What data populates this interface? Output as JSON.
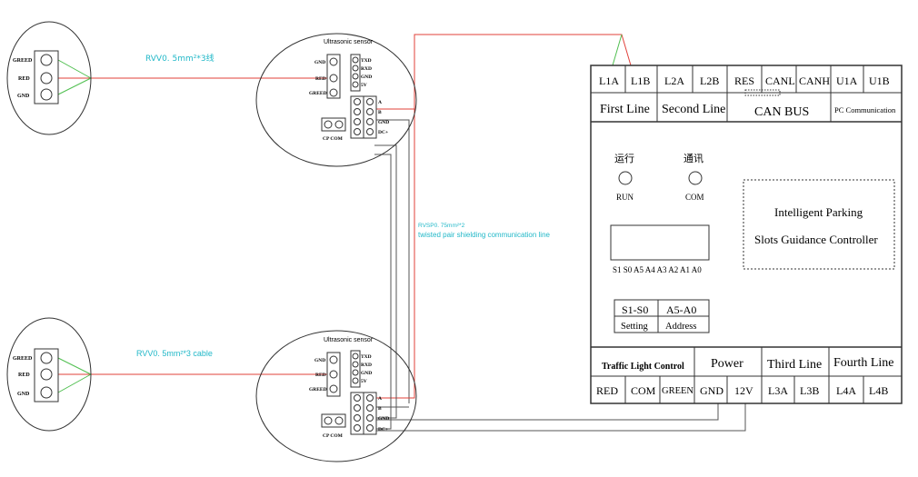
{
  "lamp_top": {
    "greed": "GREED",
    "red": "RED",
    "gnd": "GND"
  },
  "lamp_bottom": {
    "greed": "GREED",
    "red": "RED",
    "gnd": "GND"
  },
  "cable_top_label": "RVV0. 5mm²*3线",
  "cable_bottom_label": "RVV0. 5mm²*3 cable",
  "sensor_top": {
    "title": "Ultrasonic sensor",
    "left_pins": [
      "GND",
      "RED",
      "GREED"
    ],
    "right_pins": [
      "TXD",
      "RXD",
      "GND",
      "5V"
    ],
    "bus_pins": [
      "A",
      "B",
      "GND",
      "DC+"
    ],
    "cp_com": "CP COM"
  },
  "sensor_bottom": {
    "title": "Ultrasonic sensor",
    "left_pins": [
      "GND",
      "RED",
      "GREED"
    ],
    "right_pins": [
      "TXD",
      "RXD",
      "GND",
      "5V"
    ],
    "bus_pins": [
      "A",
      "B",
      "GND",
      "DC+"
    ],
    "cp_com": "CP COM"
  },
  "twisted_pair": {
    "spec": "RVSP0. 75mm²*2",
    "desc": "twisted pair shielding communication line"
  },
  "controller": {
    "top_terminals": [
      "L1A",
      "L1B",
      "L2A",
      "L2B",
      "RES",
      "CANL",
      "CANH",
      "U1A",
      "U1B"
    ],
    "top_groups": {
      "first_line": "First Line",
      "second_line": "Second Line",
      "can_bus": "CAN BUS",
      "pc_comm": "PC Communication"
    },
    "run_cn": "运行",
    "run": "RUN",
    "com_cn": "通讯",
    "com": "COM",
    "title_line1": "Intelligent Parking",
    "title_line2": "Slots Guidance Controller",
    "dip_label": "S1 S0 A5 A4 A3 A2  A1 A0",
    "setting_code": "S1-S0",
    "address_code": "A5-A0",
    "setting": "Setting",
    "address": "Address",
    "bottom_groups": {
      "traffic": "Traffic Light Control",
      "power": "Power",
      "third_line": "Third Line",
      "fourth_line": "Fourth Line"
    },
    "bottom_terminals": [
      "RED",
      "COM",
      "GREEN",
      "GND",
      "12V",
      "L3A",
      "L3B",
      "L4A",
      "L4B"
    ]
  },
  "colors": {
    "red_wire": "#e0403a",
    "green_wire": "#4fbf4f",
    "cyan_text": "#22b8c8",
    "line": "#333333"
  }
}
